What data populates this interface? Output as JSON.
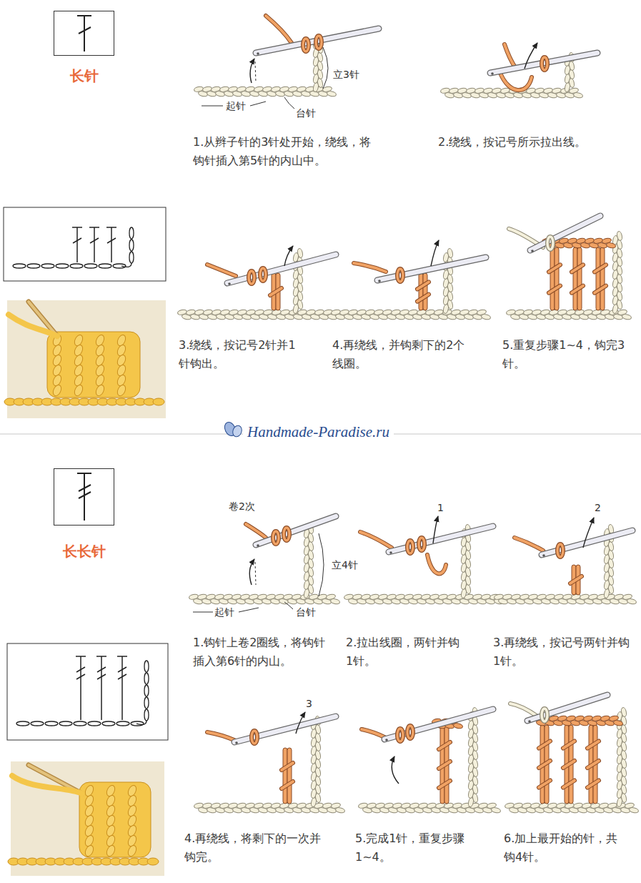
{
  "diagram": {
    "nodes": [
      {
        "text": [
          "长针"
        ]
      },
      {
        "text": [
          "长长针"
        ]
      }
    ],
    "labels": [
      "立3针",
      "起针",
      "台针",
      "1.从辫子针的3针处开始，绕线，将钩针插入第5针的内山中。",
      "2.绕线，按记号所示拉出线。",
      "3.绕线，按记号2针并1针钩出。",
      "4.再绕线，并钩剩下的2个线圈。",
      "5.重复步骤1~4，钩完3针。",
      "Handmade-Paradise.ru",
      "卷2次",
      "立4针",
      "起针",
      "台针",
      "1",
      "2",
      "3",
      "1.钩针上卷2圈线，将钩针插入第6针的内山。",
      "2.拉出线圈，两针并钩1针。",
      "3.再绕线，按记号两针并钩1针。",
      "4.再绕线，将剩下的一次并钩完。",
      "5.完成1针，重复步骤1~4。",
      "6.加上最开始的针，共钩4针。"
    ]
  }
}
